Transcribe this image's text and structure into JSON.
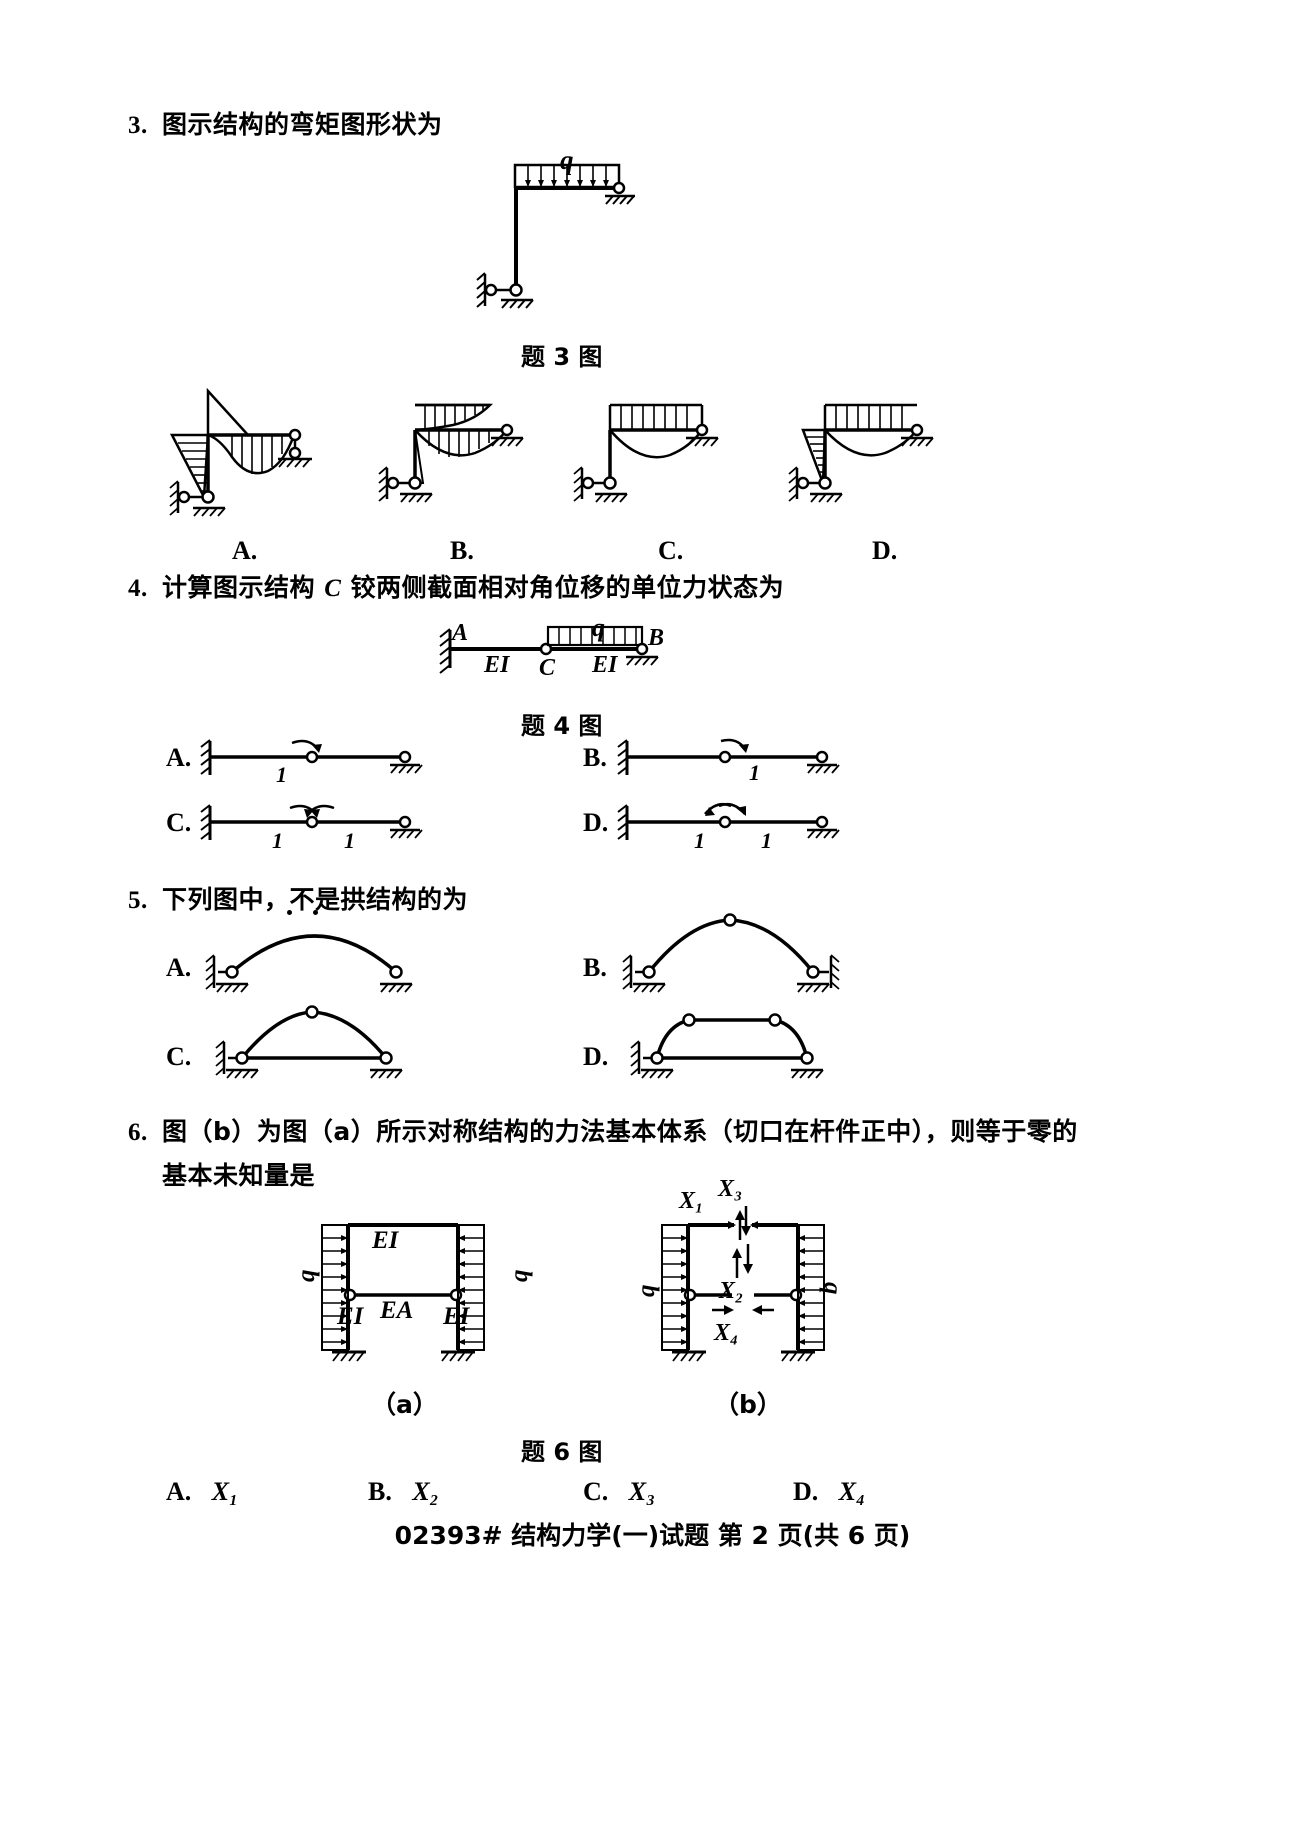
{
  "document": {
    "course_code": "02393#",
    "footer": "02393# 结构力学(一)试题 第 2 页(共 6 页)",
    "page_number": "2",
    "total_pages": "6"
  },
  "questions": [
    {
      "number": "3.",
      "text": "图示结构的弯矩图形状为",
      "figure_caption": "题 3 图",
      "load_label": "q",
      "options": [
        {
          "label": "A.",
          "desc": "triangular-column-moment-with-sagging-beam"
        },
        {
          "label": "B.",
          "desc": "uniform-column-moment-with-sagging-beam"
        },
        {
          "label": "C.",
          "desc": "beam-only-sagging-moment"
        },
        {
          "label": "D.",
          "desc": "column-moment-with-beam-moment"
        }
      ]
    },
    {
      "number": "4.",
      "text_parts": [
        "计算图示结构 ",
        "C",
        " 铰两侧截面相对角位移的单位力状态为"
      ],
      "text": "计算图示结构 C 铰两侧截面相对角位移的单位力状态为",
      "figure_caption": "题 4 图",
      "diagram_labels": {
        "A": "A",
        "B": "B",
        "C": "C",
        "q": "q",
        "EI_left": "EI",
        "EI_right": "EI"
      },
      "options": [
        {
          "label": "A.",
          "unit_value": "1",
          "desc": "single-moment-at-hinge"
        },
        {
          "label": "B.",
          "unit_value": "1",
          "desc": "single-moment-right-of-hinge"
        },
        {
          "label": "C.",
          "unit_value_left": "1",
          "unit_value_right": "1",
          "desc": "pair-of-moments-opposing"
        },
        {
          "label": "D.",
          "unit_value_left": "1",
          "unit_value_right": "1",
          "desc": "pair-of-moments-same-side"
        }
      ]
    },
    {
      "number": "5.",
      "text": "下列图中，不是拱结构的为",
      "emphasis_word": "不是",
      "options": [
        {
          "label": "A.",
          "desc": "two-hinged-arch-pinned-supports"
        },
        {
          "label": "B.",
          "desc": "three-hinged-arch-roller-supports"
        },
        {
          "label": "C.",
          "desc": "tied-arch-with-tie-rod"
        },
        {
          "label": "D.",
          "desc": "arch-with-straight-top-chord"
        }
      ]
    },
    {
      "number": "6.",
      "text_line1": "图（b）为图（a）所示对称结构的力法基本体系（切口在杆件正中），则等于零的",
      "text_line2": "基本未知量是",
      "figure_caption": "题 6 图",
      "subfigures": [
        {
          "tag": "（a）",
          "labels": {
            "EI_top": "EI",
            "EI_left": "EI",
            "EI_right": "EI",
            "EA": "EA",
            "q_left": "q",
            "q_right": "q"
          }
        },
        {
          "tag": "（b）",
          "labels": {
            "X1": "X₁",
            "X2": "X₂",
            "X3": "X₃",
            "X4": "X₄",
            "q_left": "q",
            "q_right": "q"
          }
        }
      ],
      "options": [
        {
          "label": "A.",
          "value": "X₁"
        },
        {
          "label": "B.",
          "value": "X₂"
        },
        {
          "label": "C.",
          "value": "X₃"
        },
        {
          "label": "D.",
          "value": "X₄"
        }
      ]
    }
  ],
  "colors": {
    "ink": "#000000",
    "paper": "#ffffff"
  }
}
